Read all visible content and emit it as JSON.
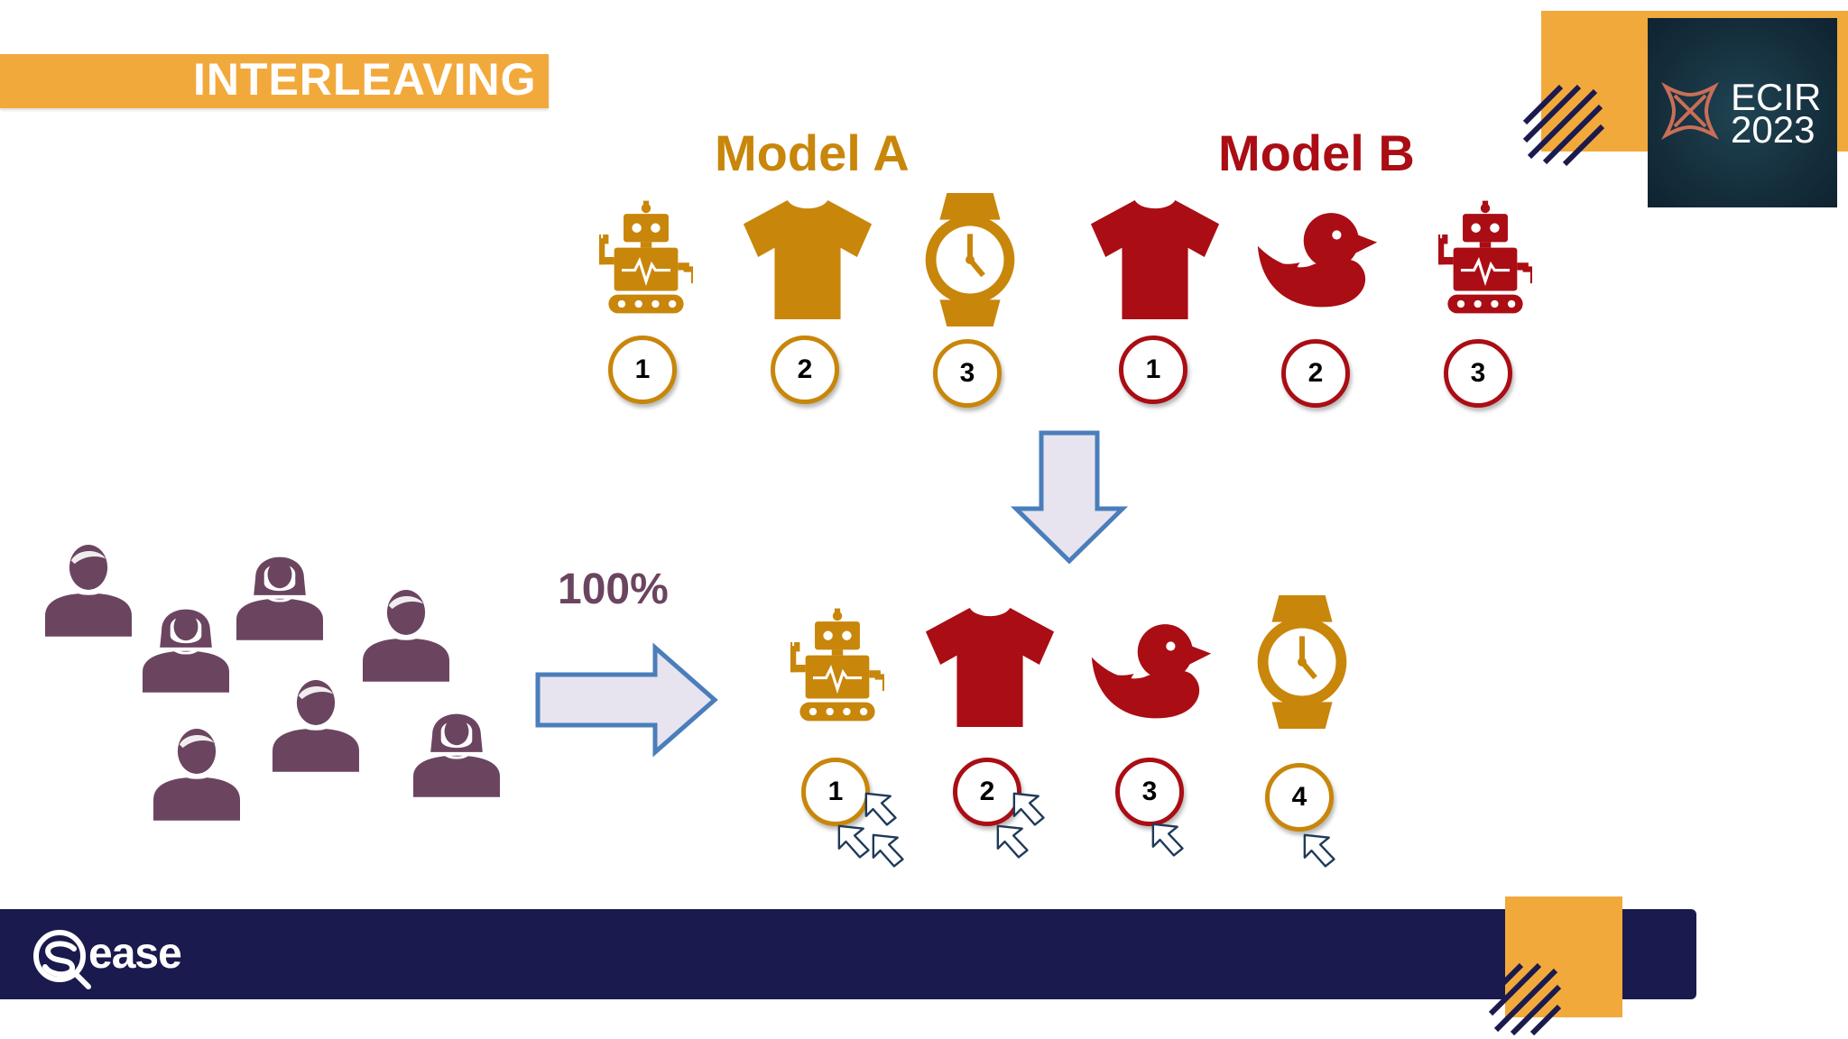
{
  "slide": {
    "title": "INTERLEAVING",
    "model_a_label": "Model A",
    "model_b_label": "Model B",
    "traffic_percent": "100%"
  },
  "model_a": {
    "items": [
      {
        "icon": "robot-icon",
        "rank": "1"
      },
      {
        "icon": "tshirt-icon",
        "rank": "2"
      },
      {
        "icon": "watch-icon",
        "rank": "3"
      }
    ]
  },
  "model_b": {
    "items": [
      {
        "icon": "tshirt-icon",
        "rank": "1"
      },
      {
        "icon": "duck-icon",
        "rank": "2"
      },
      {
        "icon": "robot-icon",
        "rank": "3"
      }
    ]
  },
  "interleaved": {
    "items": [
      {
        "icon": "robot-icon",
        "rank": "1",
        "source": "A",
        "clicks": 3
      },
      {
        "icon": "tshirt-icon",
        "rank": "2",
        "source": "B",
        "clicks": 2
      },
      {
        "icon": "duck-icon",
        "rank": "3",
        "source": "B",
        "clicks": 1
      },
      {
        "icon": "watch-icon",
        "rank": "4",
        "source": "A",
        "clicks": 1
      }
    ]
  },
  "logos": {
    "conference_line1": "ECIR",
    "conference_line2": "2023",
    "footer_brand": "ease"
  },
  "colors": {
    "model_a": "#c8860a",
    "model_b": "#aa0d14",
    "users": "#6b4560",
    "accent": "#f2a93b",
    "footer": "#1b1a4e",
    "arrow_stroke": "#4a7ebb",
    "arrow_fill": "#e8e4ef"
  }
}
